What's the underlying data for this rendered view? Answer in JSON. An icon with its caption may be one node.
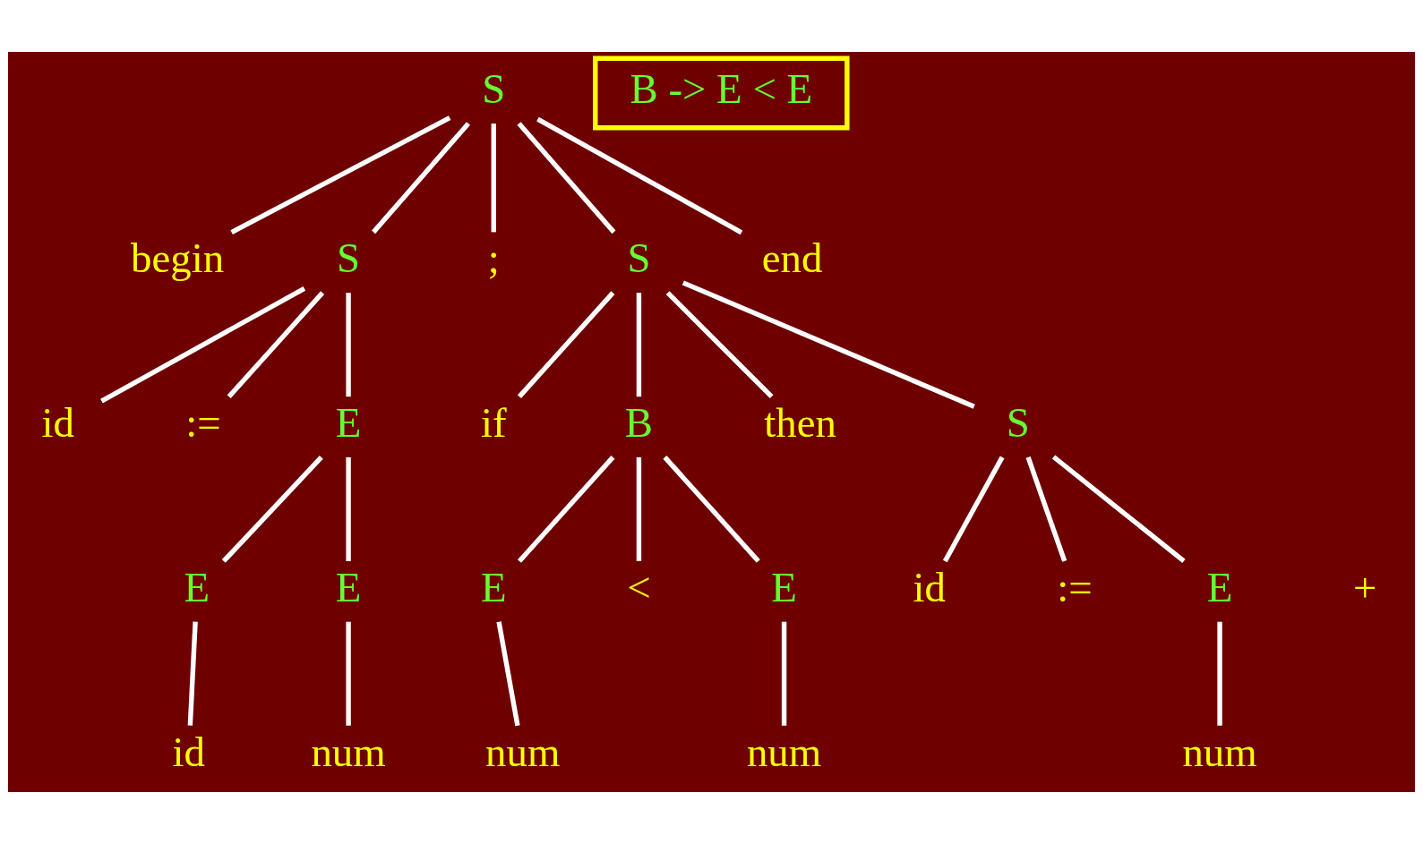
{
  "diagram": {
    "nodes": [
      {
        "text": [
          "S"
        ]
      },
      {
        "text": [
          "begin"
        ]
      },
      {
        "text": [
          "S"
        ]
      },
      {
        "text": [
          ";"
        ]
      },
      {
        "text": [
          "S"
        ]
      },
      {
        "text": [
          "end"
        ]
      },
      {
        "text": [
          "id"
        ]
      },
      {
        "text": [
          ":="
        ]
      },
      {
        "text": [
          "E"
        ]
      },
      {
        "text": [
          "if"
        ]
      },
      {
        "text": [
          "B"
        ]
      },
      {
        "text": [
          "then"
        ]
      },
      {
        "text": [
          "S"
        ]
      },
      {
        "text": [
          "E"
        ]
      },
      {
        "text": [
          "+"
        ]
      },
      {
        "text": [
          "E"
        ]
      },
      {
        "text": [
          "E"
        ]
      },
      {
        "text": [
          "<"
        ]
      },
      {
        "text": [
          "E"
        ]
      },
      {
        "text": [
          "id"
        ]
      },
      {
        "text": [
          ":="
        ]
      },
      {
        "text": [
          "E"
        ]
      },
      {
        "text": [
          "id"
        ]
      },
      {
        "text": [
          "num"
        ]
      },
      {
        "text": [
          "num"
        ]
      },
      {
        "text": [
          "num"
        ]
      },
      {
        "text": [
          "num"
        ]
      },
      {
        "text": [
          "B -> E < E"
        ]
      }
    ],
    "edges": [
      {
        "from": 0,
        "to": 1,
        "arrow": "none"
      },
      {
        "from": 0,
        "to": 2,
        "arrow": "none"
      },
      {
        "from": 0,
        "to": 3,
        "arrow": "none"
      },
      {
        "from": 0,
        "to": 4,
        "arrow": "none"
      },
      {
        "from": 0,
        "to": 5,
        "arrow": "none"
      },
      {
        "from": 2,
        "to": 6,
        "arrow": "none"
      },
      {
        "from": 2,
        "to": 7,
        "arrow": "none"
      },
      {
        "from": 2,
        "to": 8,
        "arrow": "none"
      },
      {
        "from": 4,
        "to": 9,
        "arrow": "none"
      },
      {
        "from": 4,
        "to": 10,
        "arrow": "none"
      },
      {
        "from": 4,
        "to": 11,
        "arrow": "none"
      },
      {
        "from": 4,
        "to": 12,
        "arrow": "none"
      },
      {
        "from": 8,
        "to": 13,
        "arrow": "none"
      },
      {
        "from": 8,
        "to": 15,
        "arrow": "none"
      },
      {
        "from": 10,
        "to": 16,
        "arrow": "none"
      },
      {
        "from": 10,
        "to": 17,
        "arrow": "none"
      },
      {
        "from": 10,
        "to": 18,
        "arrow": "none"
      },
      {
        "from": 12,
        "to": 19,
        "arrow": "none"
      },
      {
        "from": 12,
        "to": 20,
        "arrow": "none"
      },
      {
        "from": 12,
        "to": 21,
        "arrow": "none"
      },
      {
        "from": 13,
        "to": 22,
        "arrow": "none"
      },
      {
        "from": 15,
        "to": 23,
        "arrow": "none"
      },
      {
        "from": 16,
        "to": 24,
        "arrow": "none"
      },
      {
        "from": 18,
        "to": 25,
        "arrow": "none"
      },
      {
        "from": 21,
        "to": 26,
        "arrow": "none"
      }
    ]
  }
}
